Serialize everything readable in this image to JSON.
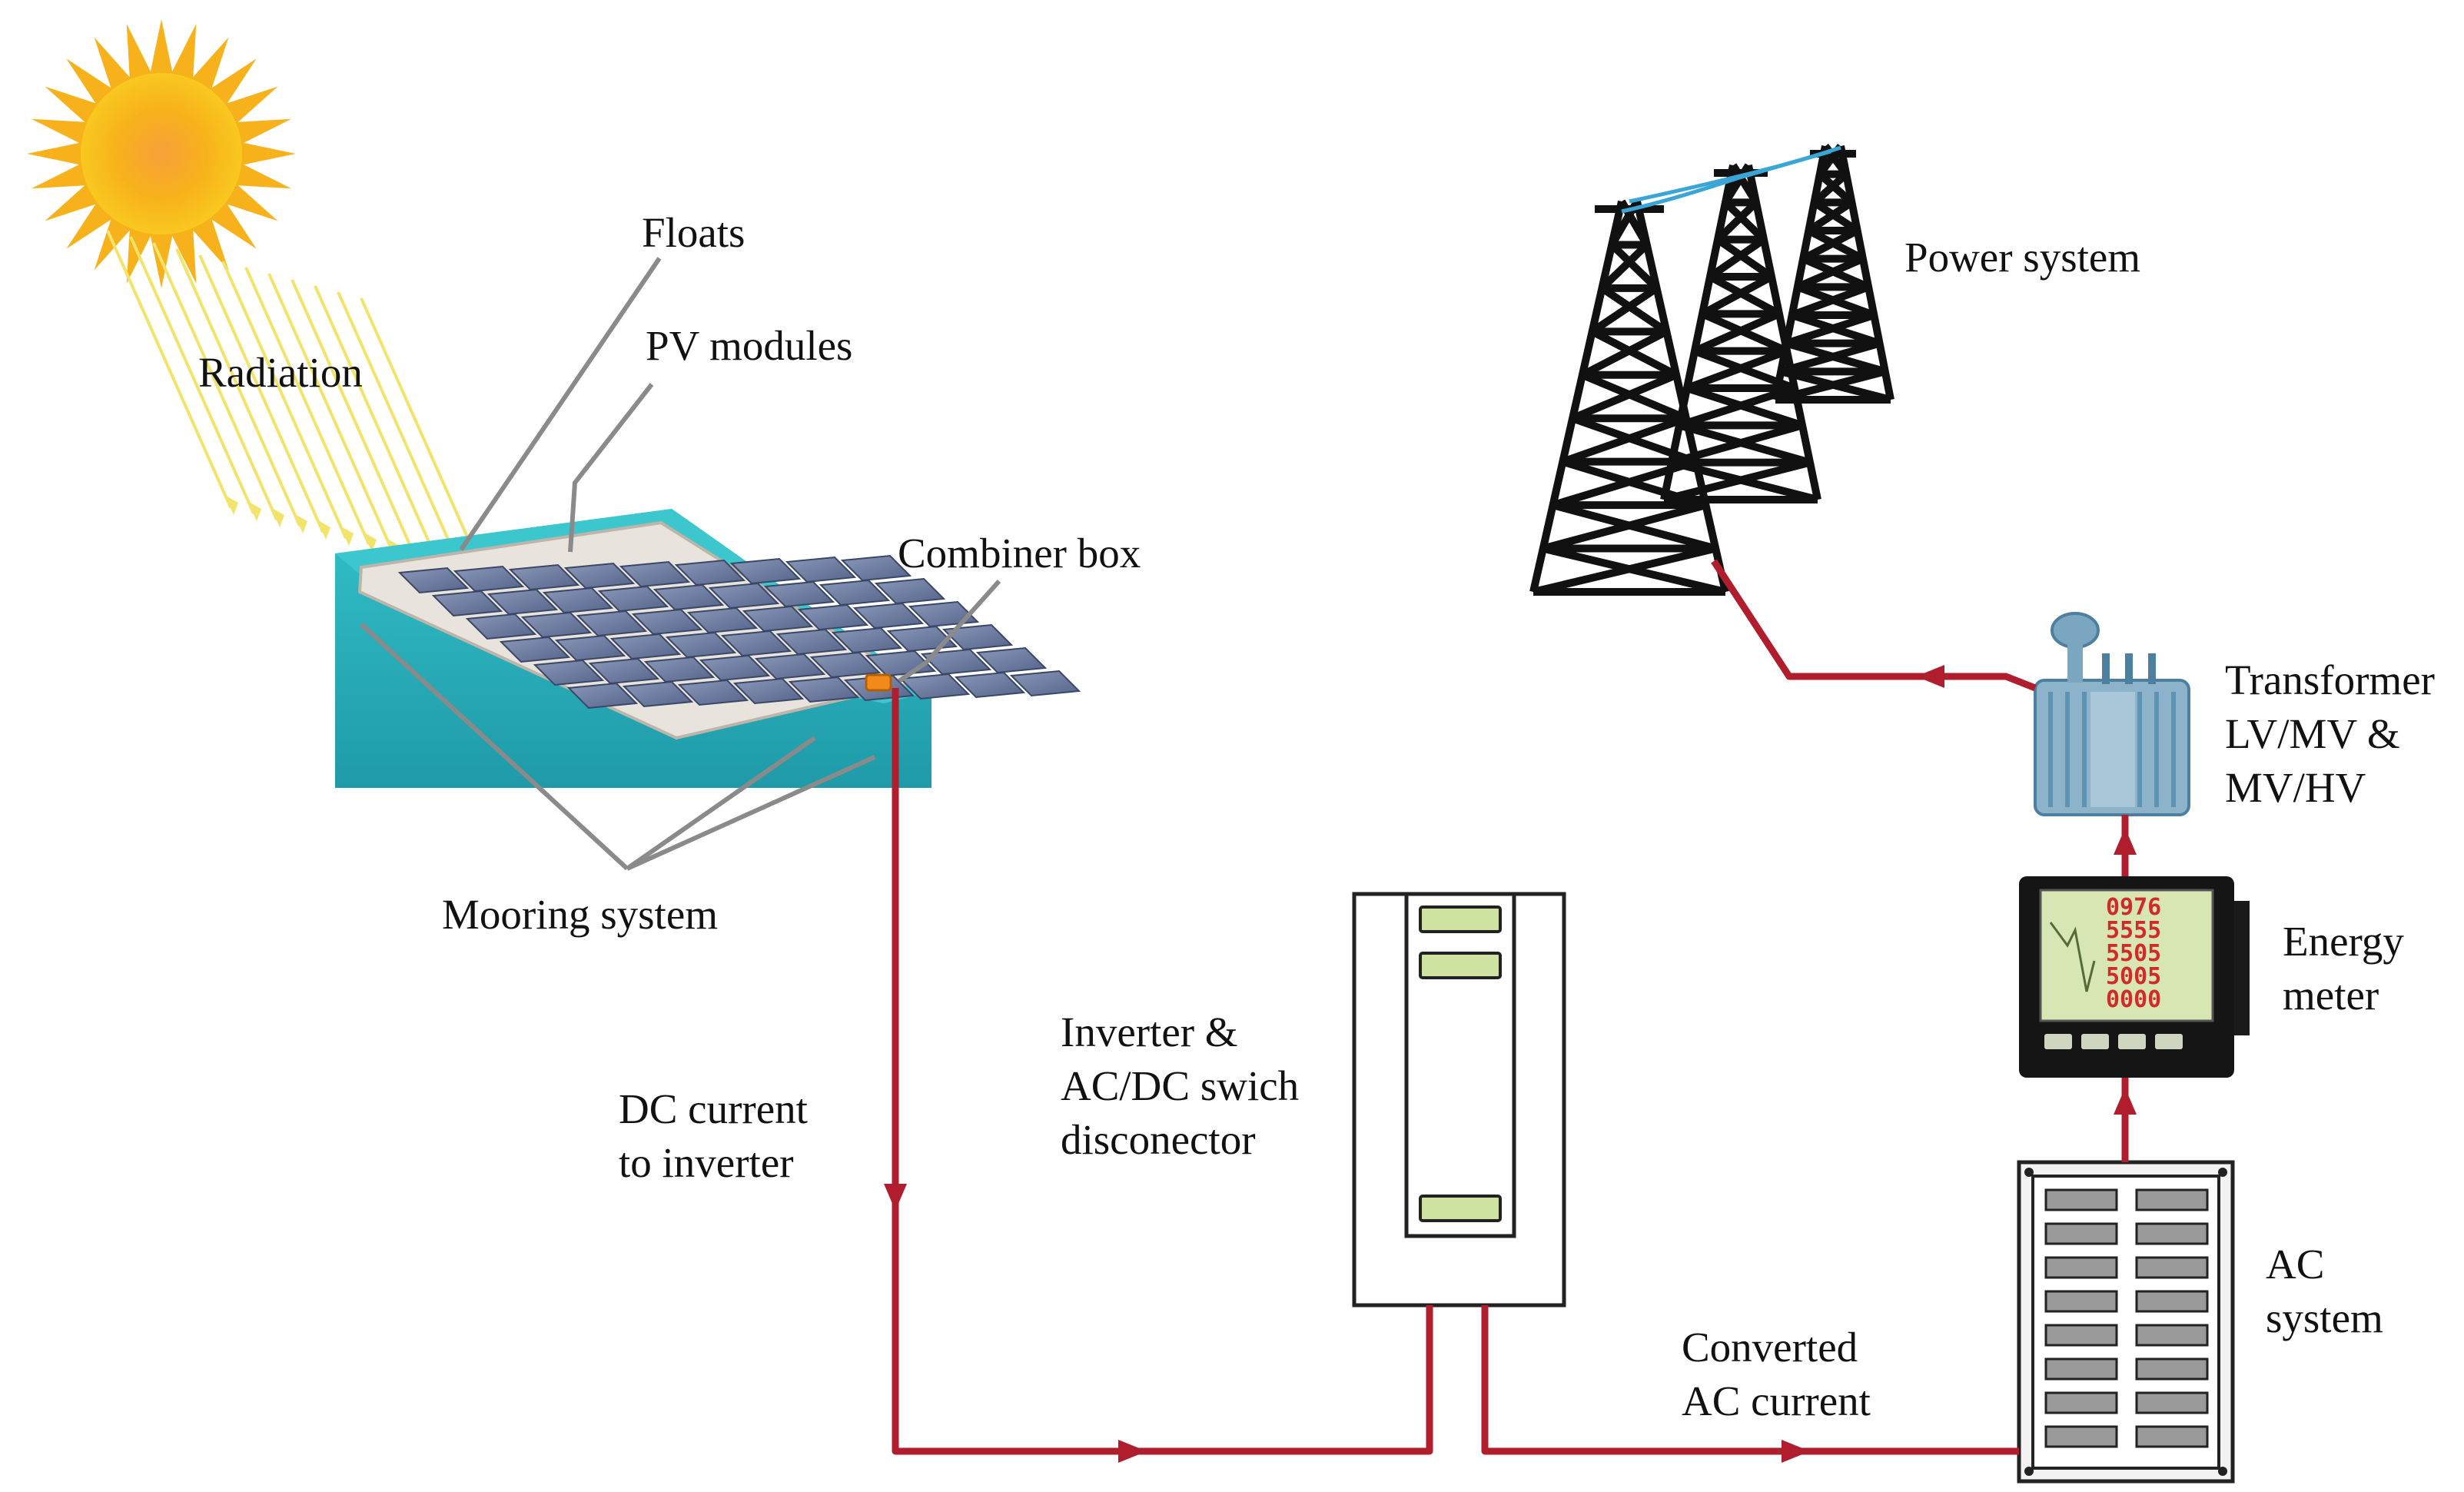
{
  "labels": {
    "floats": "Floats",
    "pv_modules": "PV modules",
    "radiation": "Radiation",
    "combiner_box": "Combiner box",
    "mooring_system": "Mooring system",
    "dc_current": [
      "DC current",
      "to inverter"
    ],
    "inverter": [
      "Inverter &",
      "AC/DC swich",
      "disconector"
    ],
    "converted_ac": [
      "Converted",
      "AC current"
    ],
    "ac_system": [
      "AC",
      "system"
    ],
    "energy_meter": [
      "Energy",
      "meter"
    ],
    "transformer": [
      "Transformer",
      "LV/MV &",
      "MV/HV"
    ],
    "power_system": "Power system"
  },
  "meter_readings": [
    "0976",
    "5555",
    "5505",
    "5005",
    "0000"
  ],
  "colors": {
    "wire": "#b01e2e",
    "water": "#2bb5c0",
    "panel": "#6d7ea3",
    "sun": "#f7b21b",
    "rays": "#f2e36a",
    "leader": "#8a8a8a",
    "tower": "#111111",
    "transformer": "#5e93b3"
  }
}
